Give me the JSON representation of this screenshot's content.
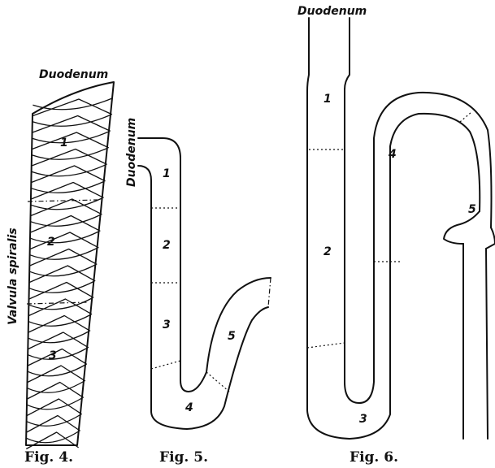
{
  "fig4": {
    "top_label": "Duodenum",
    "side_label": "Valvula spiralis",
    "segments": [
      "1",
      "2",
      "3"
    ],
    "caption": "Fig. 4."
  },
  "fig5": {
    "top_label": "Duodenum",
    "segments": [
      "1",
      "2",
      "3",
      "4",
      "5"
    ],
    "caption": "Fig. 5."
  },
  "fig6": {
    "top_label": "Duodenum",
    "segments": [
      "1",
      "2",
      "3",
      "4",
      "5"
    ],
    "caption": "Fig. 6."
  }
}
